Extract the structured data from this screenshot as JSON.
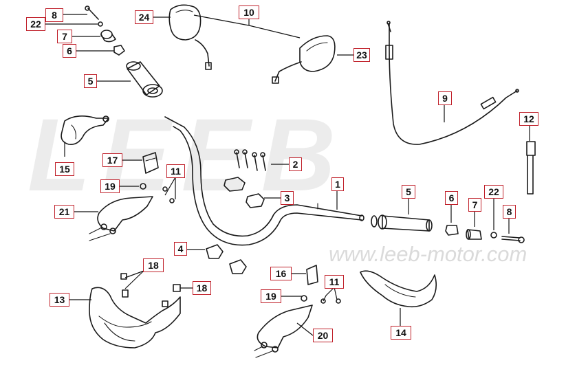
{
  "watermark": {
    "brand": "LEEB",
    "url": "www.leeb-motor.com"
  },
  "callouts": [
    {
      "id": "c8a",
      "label": "8"
    },
    {
      "id": "c22a",
      "label": "22"
    },
    {
      "id": "c7a",
      "label": "7"
    },
    {
      "id": "c6a",
      "label": "6"
    },
    {
      "id": "c5a",
      "label": "5"
    },
    {
      "id": "c24",
      "label": "24"
    },
    {
      "id": "c10",
      "label": "10"
    },
    {
      "id": "c23",
      "label": "23"
    },
    {
      "id": "c9",
      "label": "9"
    },
    {
      "id": "c12",
      "label": "12"
    },
    {
      "id": "c15",
      "label": "15"
    },
    {
      "id": "c17",
      "label": "17"
    },
    {
      "id": "c11a",
      "label": "11"
    },
    {
      "id": "c19a",
      "label": "19"
    },
    {
      "id": "c21",
      "label": "21"
    },
    {
      "id": "c2",
      "label": "2"
    },
    {
      "id": "c3",
      "label": "3"
    },
    {
      "id": "c1",
      "label": "1"
    },
    {
      "id": "c5b",
      "label": "5"
    },
    {
      "id": "c6b",
      "label": "6"
    },
    {
      "id": "c7b",
      "label": "7"
    },
    {
      "id": "c22b",
      "label": "22"
    },
    {
      "id": "c8b",
      "label": "8"
    },
    {
      "id": "c4",
      "label": "4"
    },
    {
      "id": "c18a",
      "label": "18"
    },
    {
      "id": "c18b",
      "label": "18"
    },
    {
      "id": "c13",
      "label": "13"
    },
    {
      "id": "c16",
      "label": "16"
    },
    {
      "id": "c11b",
      "label": "11"
    },
    {
      "id": "c19b",
      "label": "19"
    },
    {
      "id": "c20",
      "label": "20"
    },
    {
      "id": "c14",
      "label": "14"
    }
  ]
}
